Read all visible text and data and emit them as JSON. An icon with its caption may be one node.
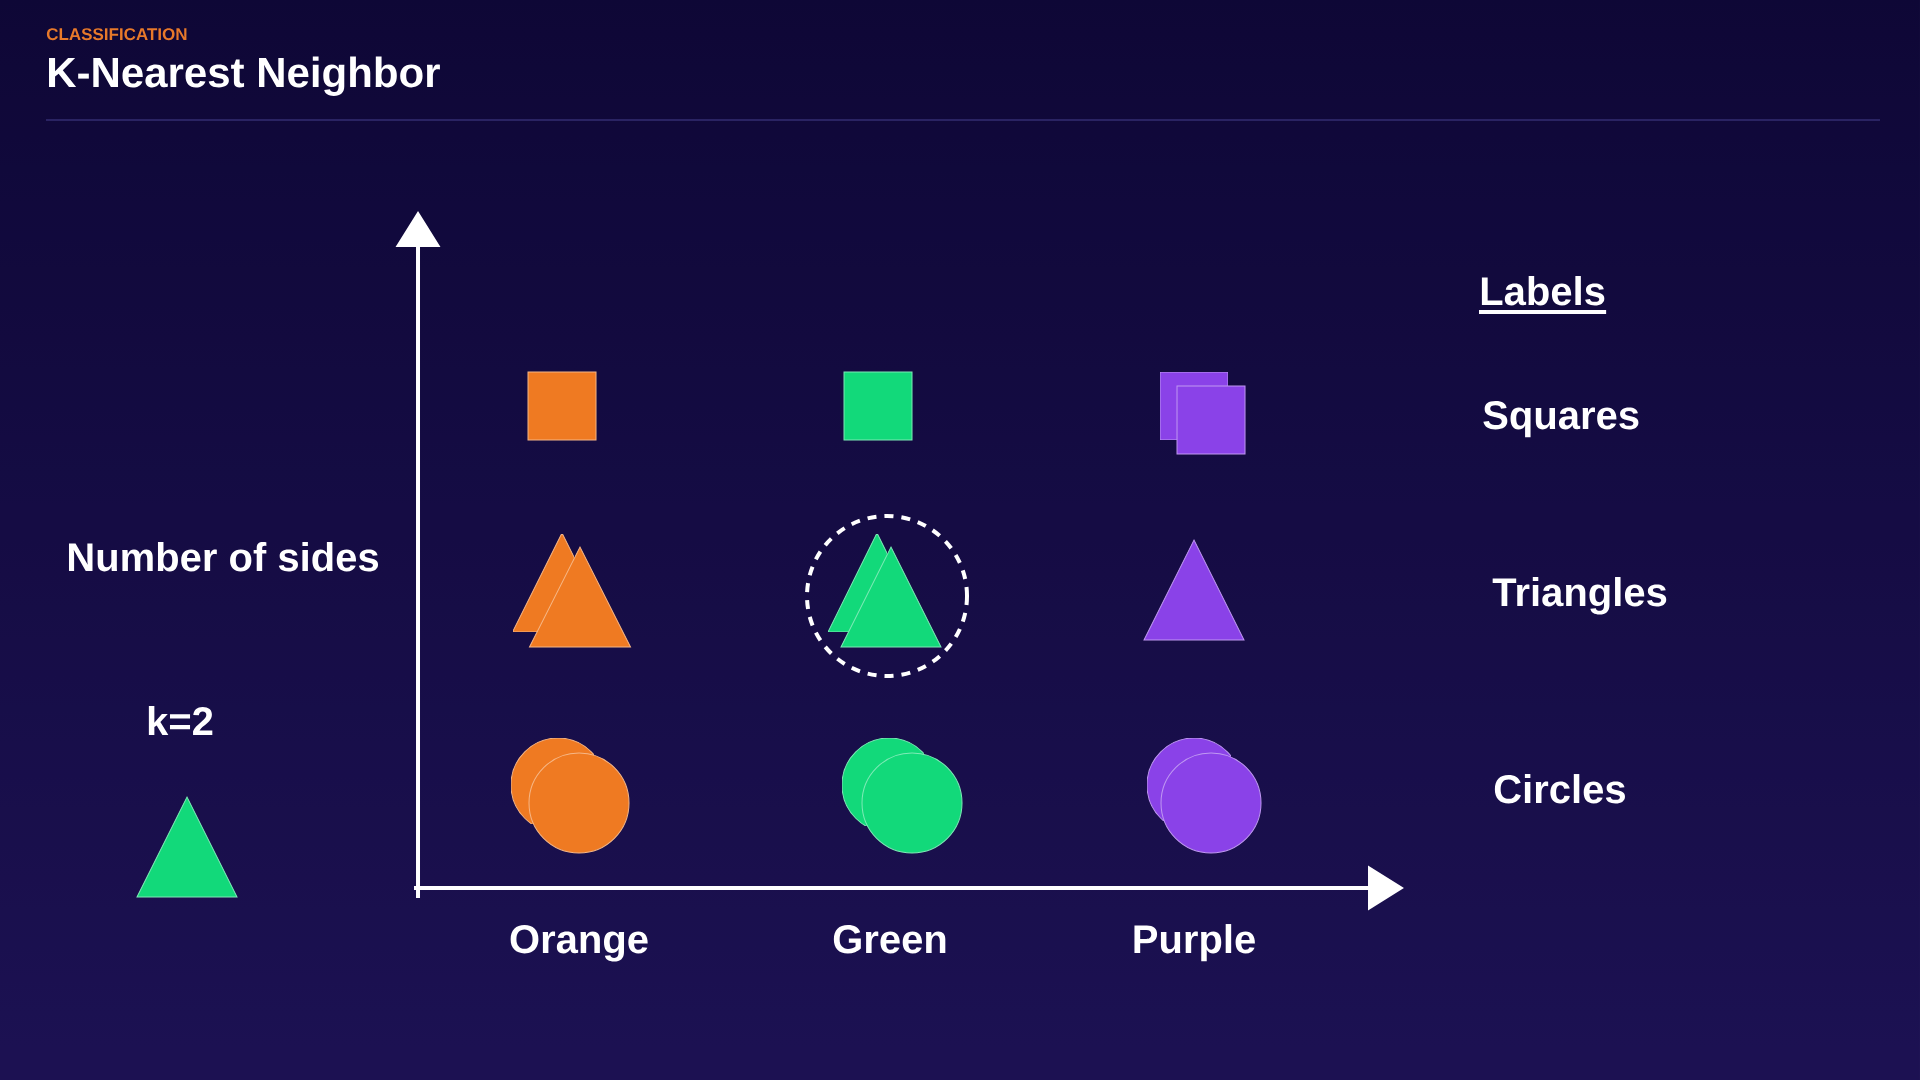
{
  "diagram": {
    "title": "K-Nearest Neighbor",
    "nodes": [
      {
        "text": [],
        "shape": "square"
      },
      {
        "text": [],
        "shape": "square"
      },
      {
        "text": [],
        "shape": "square"
      },
      {
        "text": [],
        "shape": "square"
      },
      {
        "text": [],
        "shape": "triangle"
      },
      {
        "text": [],
        "shape": "triangle"
      },
      {
        "text": [],
        "shape": "circle"
      },
      {
        "text": [],
        "shape": "triangle",
        "in": 6
      },
      {
        "text": [],
        "shape": "triangle",
        "in": 6
      },
      {
        "text": [],
        "shape": "triangle"
      },
      {
        "text": [],
        "shape": "circle"
      },
      {
        "text": [],
        "shape": "circle"
      },
      {
        "text": [],
        "shape": "circle"
      },
      {
        "text": [],
        "shape": "circle"
      },
      {
        "text": [],
        "shape": "circle"
      },
      {
        "text": [],
        "shape": "circle"
      },
      {
        "text": [],
        "shape": "triangle"
      }
    ],
    "labels": [
      "CLASSIFICATION",
      "Labels",
      "Squares",
      "Number of sides",
      "Triangles",
      "k=2",
      "Circles",
      "Orange",
      "Green",
      "Purple"
    ]
  }
}
